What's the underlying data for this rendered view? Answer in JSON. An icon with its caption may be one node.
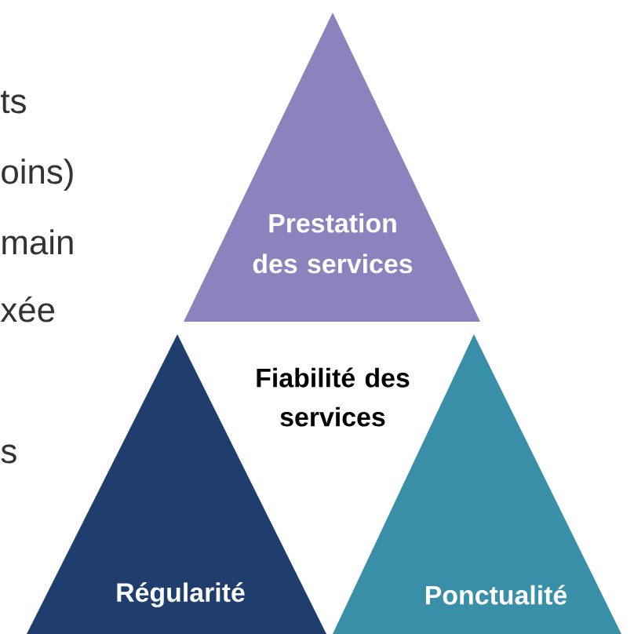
{
  "diagram": {
    "nodes": [
      {
        "text": [
          "Prestation des services"
        ]
      },
      {
        "text": [
          "Régularité"
        ]
      },
      {
        "text": [
          "Ponctualité"
        ]
      }
    ],
    "labels": [
      "ts",
      "oins)",
      "main",
      "xée",
      "Fiabilité des services",
      "s"
    ]
  }
}
